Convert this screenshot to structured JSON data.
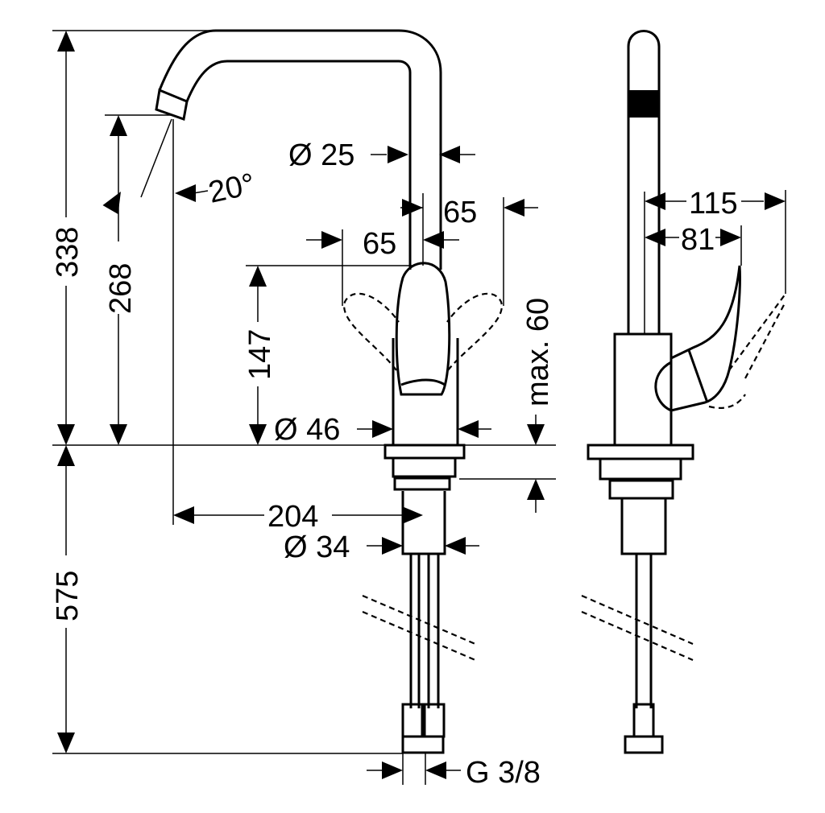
{
  "title": "Faucet dimension drawing",
  "dimensions": {
    "total_spout_height": "338",
    "spout_outlet_height": "268",
    "spout_angle": "20°",
    "spout_diameter": "Ø 25",
    "handle_swing_right": "65",
    "handle_swing_left": "65",
    "handle_height": "147",
    "max_deck_thickness": "max. 60",
    "body_diameter": "Ø 46",
    "spout_reach": "204",
    "shank_diameter": "Ø 34",
    "hose_length": "575",
    "connection_thread": "G 3/8",
    "side_depth_handle_open": "115",
    "side_depth_handle": "81"
  },
  "colors": {
    "line": "#000000",
    "background": "#ffffff"
  }
}
